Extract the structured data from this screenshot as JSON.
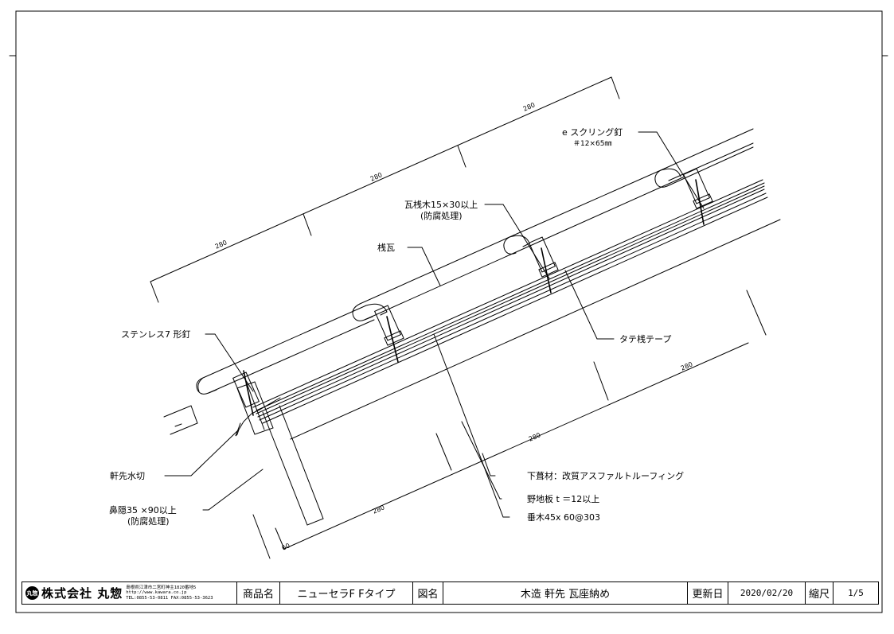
{
  "labels": {
    "nail_e_line1": "e スクリング釘",
    "nail_e_line2": "＃12×65㎜",
    "kawara_batten_line1": "瓦桟木15×30以上",
    "kawara_batten_line2": "(防腐処理)",
    "sangawara": "桟瓦",
    "stainless_nail": "ステンレス7 形釘",
    "tate_tape": "タテ桟テープ",
    "eaves_flashing": "軒先水切",
    "fascia_line1": "鼻隠35 ×90以上",
    "fascia_line2": "(防腐処理)",
    "underlay": "下葺材：改質アスファルトルーフィング",
    "sheathing": "野地板 t ＝12以上",
    "rafter": "垂木45x 60@303"
  },
  "dimensions": {
    "d1": "280",
    "d2": "280",
    "d3": "280",
    "d4": "280",
    "d5": "280",
    "d6": "280",
    "d7": "60"
  },
  "title_block": {
    "company_logo": "丸惣",
    "company_name": "株式会社 丸惣",
    "address": "島根県江津市二宮町神主1820番地5",
    "url": "http://www.kawara.co.jp",
    "tel_fax": "TEL:0855-53-0811 FAX:0855-53-3623",
    "product_label": "商品名",
    "product_value": "ニューセラF Fタイプ",
    "drawing_label": "図名",
    "drawing_value": "木造 軒先 瓦座納め",
    "updated_label": "更新日",
    "updated_value": "2020/02/20",
    "scale_label": "縮尺",
    "scale_value": "1/5"
  }
}
